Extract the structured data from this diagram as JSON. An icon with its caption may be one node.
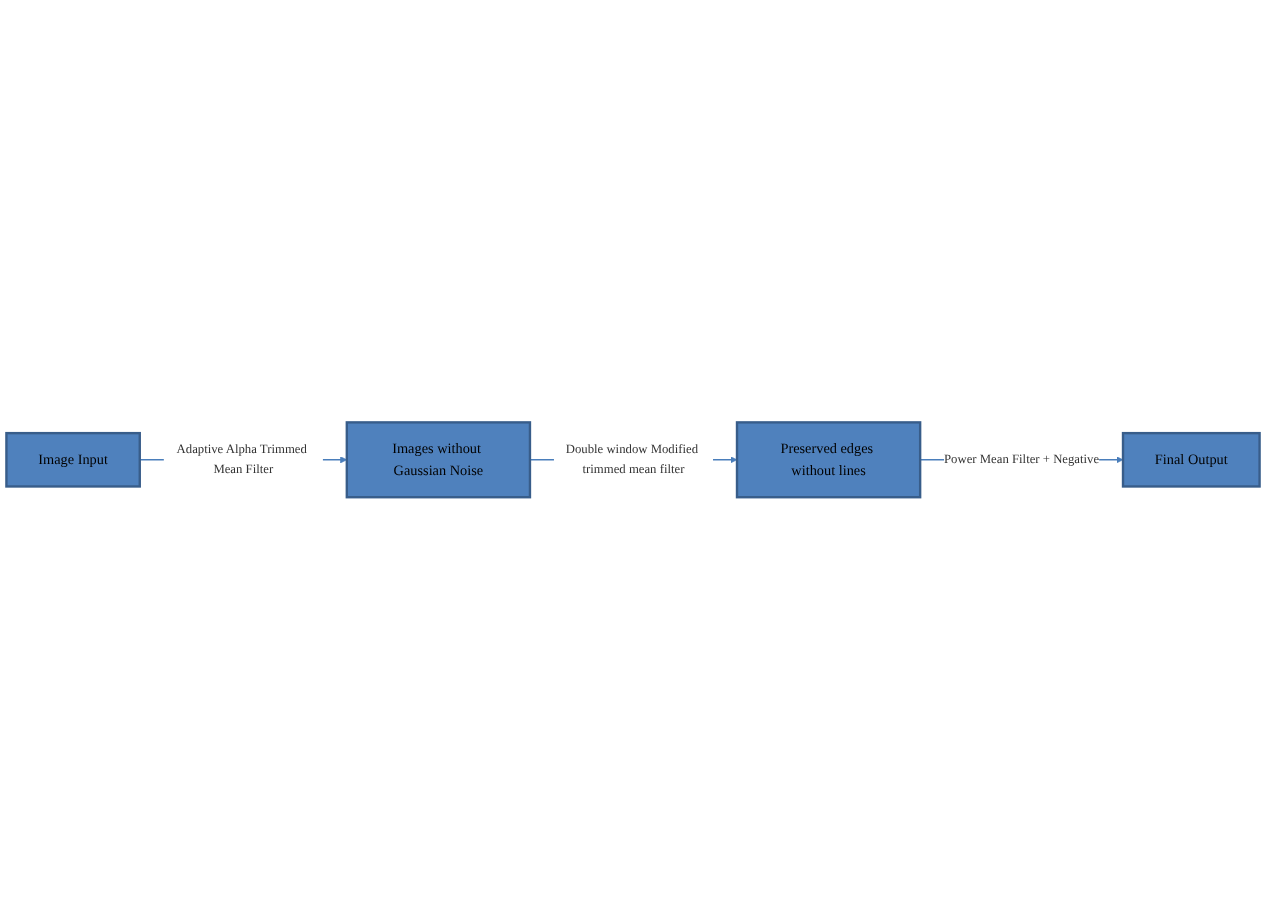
{
  "diagram": {
    "nodes": [
      {
        "text": [
          "Image Input"
        ]
      },
      {
        "text": [
          "Images without Gaussian Noise"
        ]
      },
      {
        "text": [
          "Preserved edges without lines"
        ]
      },
      {
        "text": [
          "Final Output"
        ]
      }
    ],
    "edges": [
      {
        "from": 0,
        "to": 1,
        "arrow": "to",
        "label": "Adaptive Alpha Trimmed Mean Filter"
      },
      {
        "from": 1,
        "to": 2,
        "arrow": "to",
        "label": "Double window Modified trimmed mean filter"
      },
      {
        "from": 2,
        "to": 3,
        "arrow": "to",
        "label": "Power Mean Filter + Negative"
      }
    ]
  }
}
